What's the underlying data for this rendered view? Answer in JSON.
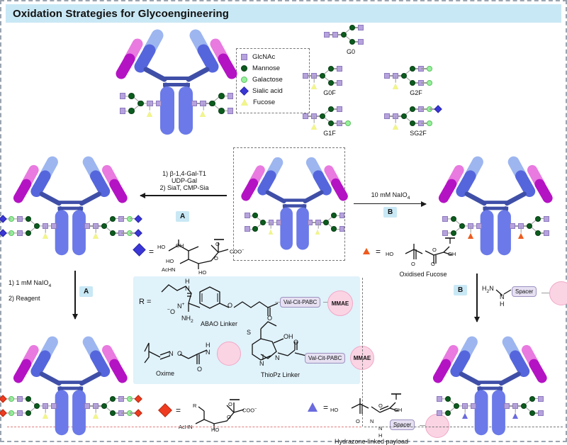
{
  "title": "Oxidation Strategies for Glycoengineering",
  "legend": {
    "name": "glycan-symbol-legend",
    "items": [
      {
        "symbol": "square",
        "color": "#b6a3dd",
        "label": "GlcNAc"
      },
      {
        "symbol": "circle",
        "color": "#0b5c1e",
        "label": "Mannose"
      },
      {
        "symbol": "circle",
        "color": "#96f29a",
        "label": "Galactose"
      },
      {
        "symbol": "diamond",
        "color": "#3b37d6",
        "label": "Sialic acid"
      },
      {
        "symbol": "triangle",
        "color": "#f2f58a",
        "label": "Fucose"
      }
    ]
  },
  "glycoforms": [
    {
      "id": "G0",
      "label": "G0"
    },
    {
      "id": "G0F",
      "label": "G0F"
    },
    {
      "id": "G2F",
      "label": "G2F"
    },
    {
      "id": "G1F",
      "label": "G1F"
    },
    {
      "id": "SG2F",
      "label": "SG2F"
    }
  ],
  "arrows": {
    "route_a_top": {
      "line1": "1) β-1,4-Gal-T1",
      "line2": "UDP-Gal",
      "line3": "2) SiaT, CMP-Sia",
      "badge": "A",
      "direction": "left"
    },
    "route_b_top": {
      "line1": "10 mM NaIO",
      "sub1": "4",
      "badge": "B",
      "direction": "right"
    },
    "route_a_down": {
      "line1": "1) 1 mM NaIO",
      "sub1": "4",
      "line2": "2) Reagent",
      "badge": "A",
      "direction": "down"
    },
    "route_b_down": {
      "badge": "B",
      "reagent_h2n": "H",
      "reagent_h2n_sub": "2",
      "reagent_n": "N",
      "reagent_nh": "N",
      "reagent_h": "H",
      "spacer": "Spacer",
      "direction": "down"
    }
  },
  "structures": {
    "sialic_acid": {
      "caption": "",
      "symbol_color": "#3b37d6",
      "atoms": [
        "HO",
        "OH",
        "HO",
        "AcHN",
        "HO",
        "O",
        "O",
        "COO"
      ],
      "charge": "−"
    },
    "oxidised_fucose": {
      "caption": "Oxidised Fucose",
      "symbol_color": "#ef5a1f",
      "atoms": [
        "HO",
        "O",
        "O",
        "O",
        "OH"
      ]
    },
    "modified_sialic_acid": {
      "caption": "",
      "symbol_color": "#ef3b1f",
      "atoms": [
        "R",
        "AcHN",
        "HO",
        "O",
        "O",
        "COO"
      ],
      "charge": "−"
    },
    "hydrazone_payload": {
      "caption": "Hydrazone-linked payload",
      "symbol_color": "#6b6ae0",
      "atoms": [
        "HO",
        "O",
        "O",
        "OH",
        "N",
        "N",
        "H"
      ],
      "spacer": "Spacer"
    }
  },
  "inset": {
    "r_equals": "R =",
    "linkers": [
      {
        "name": "ABAO Linker",
        "atoms": [
          "H",
          "N",
          "N",
          "O",
          "NH",
          "2",
          "O",
          "O"
        ],
        "payload_chain": "Val-Cit-PABC",
        "payload": "MMAE"
      },
      {
        "name": "Oxime",
        "atoms": [
          "N",
          "O",
          "H",
          "N",
          "O"
        ],
        "payload_chain": "",
        "payload": ""
      },
      {
        "name": "ThioPz Linker",
        "atoms": [
          "S",
          "OH",
          "N",
          "N",
          "O"
        ],
        "payload_chain": "Val-Cit-PABC",
        "payload": "MMAE"
      }
    ]
  },
  "antibodies": [
    {
      "id": "parent-top",
      "glycan_terminal": "none"
    },
    {
      "id": "sialylated-left",
      "glycan_terminal": "sialic-acid"
    },
    {
      "id": "parent-center",
      "glycan_terminal": "none"
    },
    {
      "id": "fucose-oxidised-right",
      "glycan_terminal": "oxidised-fucose"
    },
    {
      "id": "adc-bottom-left",
      "glycan_terminal": "modified-sialic-acid"
    },
    {
      "id": "adc-bottom-right",
      "glycan_terminal": "hydrazone"
    }
  ],
  "colors": {
    "title_bar": "#c9e8f5",
    "inset_bg": "#e0f2fa",
    "fab_light_blue": "#9db6f0",
    "fab_blue": "#5566dd",
    "fab_pink": "#e87ae0",
    "fab_magenta": "#b413c4",
    "fc_blue": "#6b7ae8",
    "hinge": "#3f4fa8",
    "payload_pink": "#fbd4e4"
  }
}
